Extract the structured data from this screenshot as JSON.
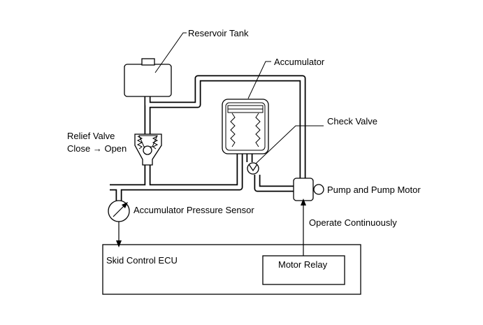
{
  "labels": {
    "reservoir_tank": "Reservoir Tank",
    "accumulator": "Accumulator",
    "check_valve": "Check Valve",
    "relief_valve": "Relief Valve",
    "relief_valve_state": "Close → Open",
    "pump_and_motor": "Pump and Pump Motor",
    "pressure_sensor": "Accumulator Pressure Sensor",
    "operate_continuously": "Operate Continuously",
    "skid_control_ecu": "Skid Control ECU",
    "motor_relay": "Motor Relay"
  }
}
